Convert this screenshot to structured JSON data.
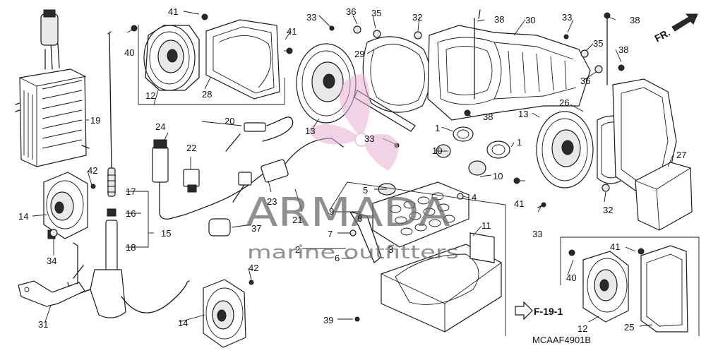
{
  "direction": {
    "label": "FR."
  },
  "reference": {
    "label": "F-19-1"
  },
  "drawing_code": "MCAAF4901B",
  "watermark": {
    "brand": "ARMADA",
    "tagline": "marine outfitters",
    "color": "#d9a3c7"
  },
  "callouts": {
    "c1a": "1",
    "c1b": "1",
    "c2": "2",
    "c3": "3",
    "c4": "4",
    "c5": "5",
    "c6": "6",
    "c7": "7",
    "c8": "8",
    "c9": "9",
    "c10a": "10",
    "c10b": "10",
    "c11": "11",
    "c12a": "12",
    "c12b": "12",
    "c13a": "13",
    "c13b": "13",
    "c14a": "14",
    "c14b": "14",
    "c15": "15",
    "c16": "16",
    "c17": "17",
    "c18": "18",
    "c19": "19",
    "c20": "20",
    "c21": "21",
    "c22": "22",
    "c23": "23",
    "c24": "24",
    "c25": "25",
    "c26": "26",
    "c27": "27",
    "c28": "28",
    "c29": "29",
    "c30": "30",
    "c31": "31",
    "c32a": "32",
    "c32b": "32",
    "c33a": "33",
    "c33b": "33",
    "c33c": "33",
    "c33d": "33",
    "c34": "34",
    "c35a": "35",
    "c35b": "35",
    "c36a": "36",
    "c36b": "36",
    "c37": "37",
    "c38a": "38",
    "c38b": "38",
    "c38c": "38",
    "c38d": "38",
    "c39": "39",
    "c40a": "40",
    "c40b": "40",
    "c41a": "41",
    "c41b": "41",
    "c41c": "41",
    "c41d": "41",
    "c42a": "42",
    "c42b": "42"
  }
}
